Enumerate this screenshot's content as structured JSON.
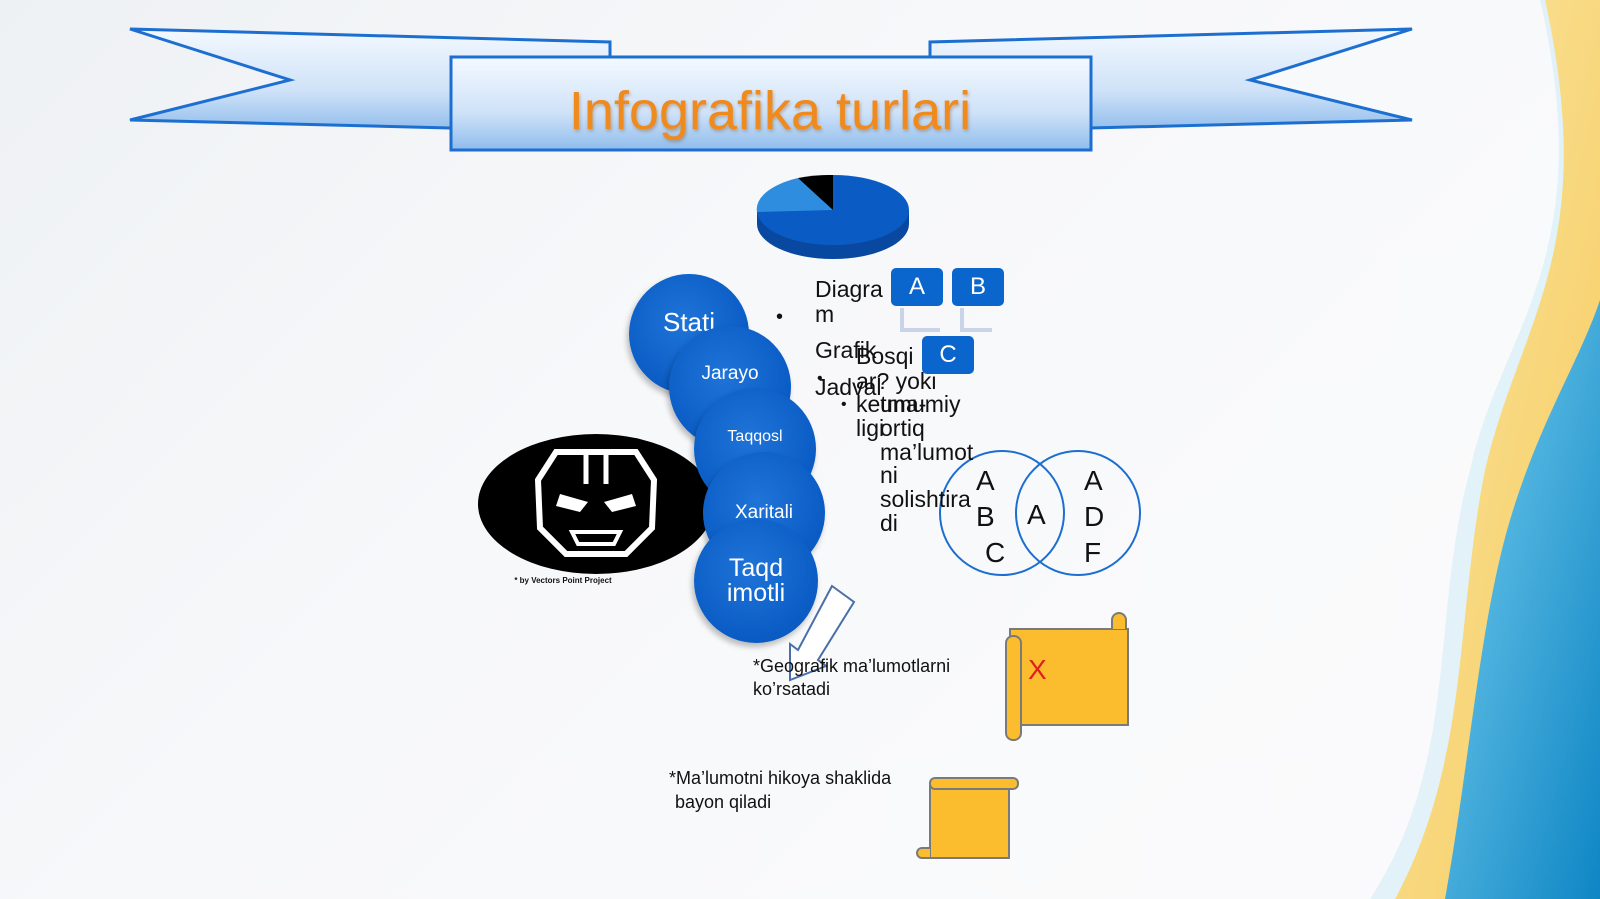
{
  "title": "Infografika turlari",
  "bubbles": [
    "Stati",
    "Jarayo",
    "Taqqosl",
    "Xaritali",
    "Taqd imotli"
  ],
  "bullet_list": {
    "line1a": "Diagra",
    "line1b": "m",
    "line2": "Grafik",
    "line3": "Jadval"
  },
  "overlap_text": {
    "bosqich": "Bosqi",
    "ar": "ar? yoki",
    "ketma": "ketma-",
    "ligi": "ligi",
    "umumiy": "umumiy",
    "ketma2": "ketma",
    "ortiq": "ortiq",
    "malumot": "ma’lumot",
    "ni": "ni",
    "solishtira": "solishtira",
    "di": "di"
  },
  "boxes": [
    "A",
    "B",
    "C"
  ],
  "venn": {
    "left": [
      "A",
      "B",
      "C"
    ],
    "middle": "A",
    "right": [
      "A",
      "D",
      "F"
    ]
  },
  "logo_credit": "* by Vectors Point Project",
  "geo_note": "*Geografik ma’lumotlarni ko’rsatadi",
  "story_note_1": "*Ma’lumotni hikoya shaklida",
  "story_note_2": "bayon qiladi",
  "scroll_mark": "X",
  "colors": {
    "title": "#f08a1c",
    "bubble": "#0a5cc4",
    "scroll": "#fbbd2e",
    "ribbon_edge": "#1c6fd0"
  }
}
